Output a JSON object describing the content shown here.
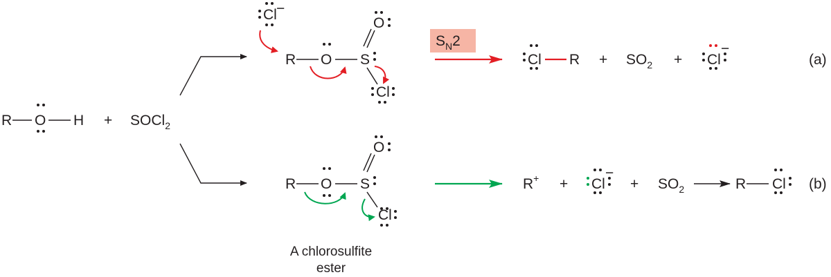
{
  "reactants": {
    "r": "R",
    "o": "O",
    "h": "H",
    "plus": "+",
    "reagent": "SOCl",
    "reagent_sub": "2"
  },
  "ester_a": {
    "chloride": "Cl",
    "charge": "−",
    "r": "R",
    "o": "O",
    "s": "S",
    "o2": "O",
    "cl": "Cl"
  },
  "ester_b": {
    "r": "R",
    "o": "O",
    "s": "S",
    "o2": "O",
    "cl": "Cl"
  },
  "mechanism_a": {
    "label_s": "S",
    "label_sub": "N",
    "label_num": "2",
    "cl": "Cl",
    "r": "R",
    "plus1": "+",
    "so2": "SO",
    "so2_sub": "2",
    "plus2": "+",
    "chloride": "Cl",
    "charge": "−",
    "tag": "(a)"
  },
  "mechanism_b": {
    "cation": "R",
    "cation_charge": "+",
    "plus1": "+",
    "chloride": "Cl",
    "charge": "−",
    "plus2": "+",
    "so2": "SO",
    "so2_sub": "2",
    "product_r": "R",
    "product_cl": "Cl",
    "tag": "(b)"
  },
  "caption": {
    "line1": "A chlorosulfite",
    "line2": "ester"
  },
  "colors": {
    "ink": "#231f20",
    "red": "#e31e24",
    "green": "#00a651",
    "label_bg": "#f6b5a5"
  }
}
